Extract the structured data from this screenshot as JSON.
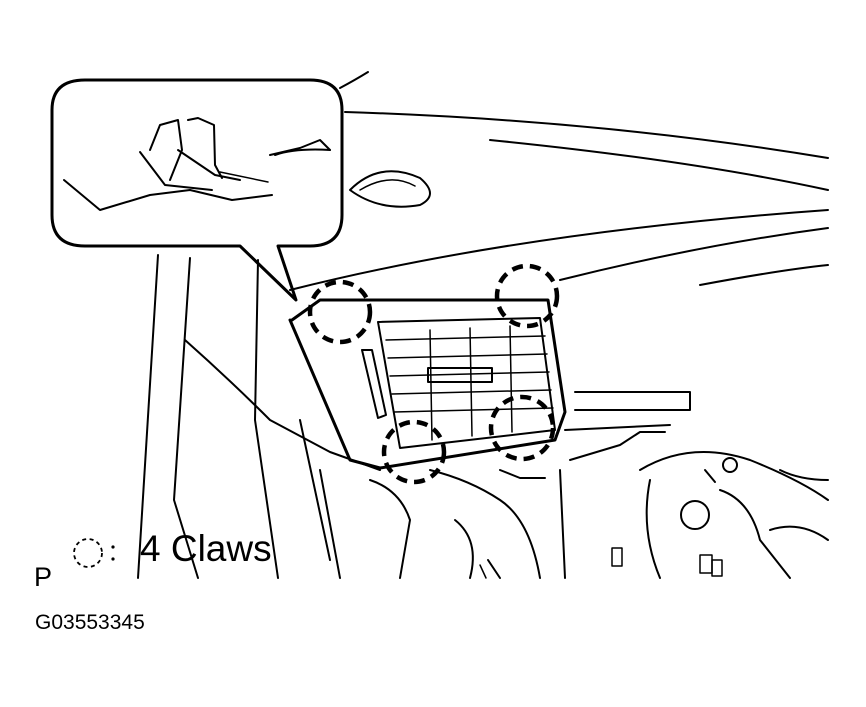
{
  "legend": {
    "symbol": "dashed-circle",
    "separator": ":",
    "text": "4 Claws"
  },
  "view_letter": "P",
  "figure_code": "G03553345",
  "colors": {
    "ink": "#000000",
    "background": "#ffffff"
  }
}
